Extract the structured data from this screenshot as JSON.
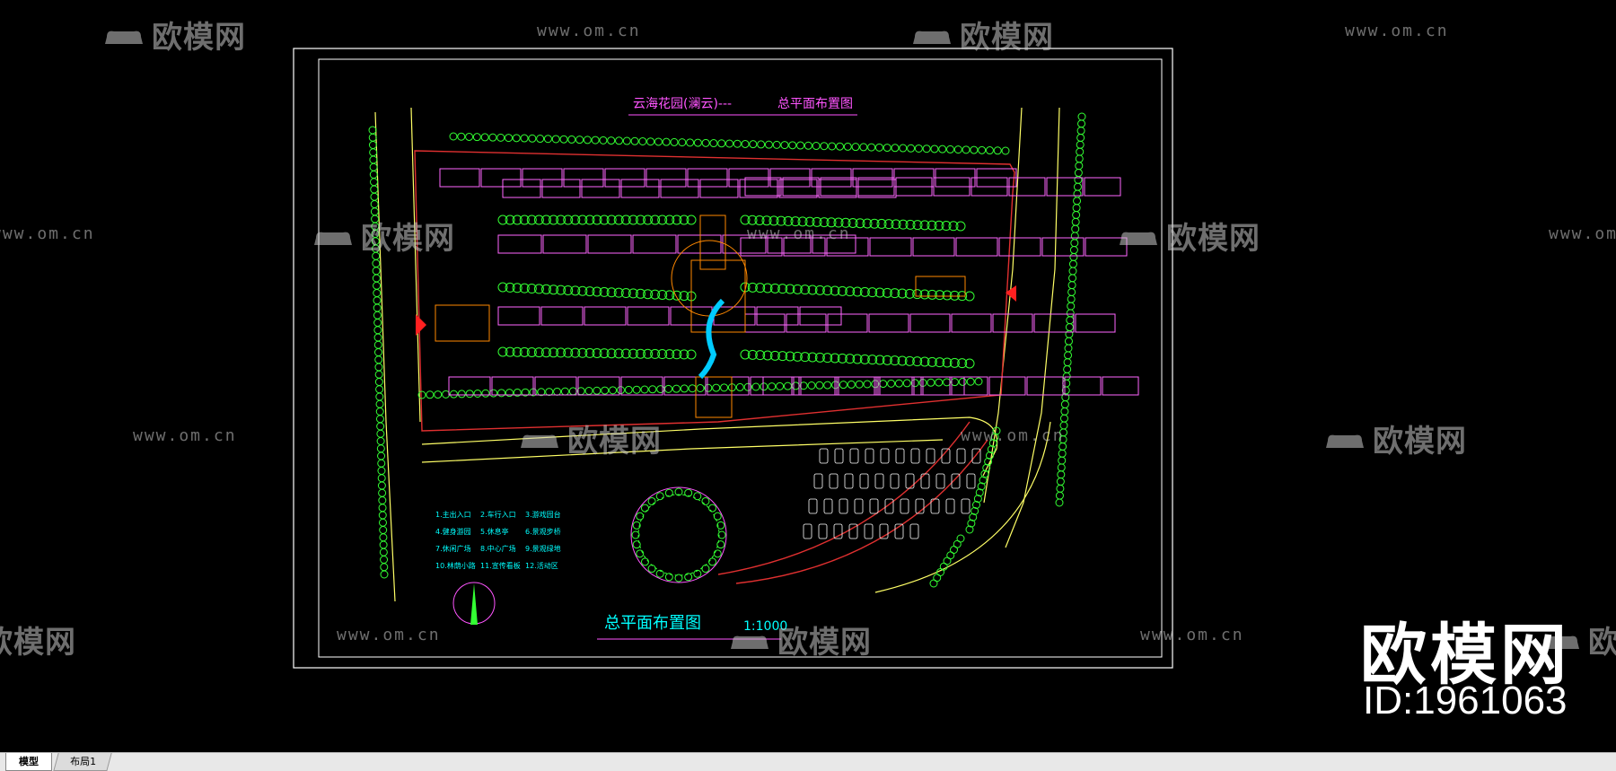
{
  "drawing": {
    "title_top_left": "云海花园(澜云)---",
    "title_top_right": "总平面布置图",
    "main_title": "总平面布置图",
    "scale": "1:1000",
    "legend": [
      [
        "1.主出入口",
        "2.车行入口",
        "3.游戏园台"
      ],
      [
        "4.健身游园",
        "5.休息亭",
        "6.景观步桥"
      ],
      [
        "7.休闲广场",
        "8.中心广场",
        "9.景观绿地"
      ],
      [
        "10.林荫小路",
        "11.宣传看板",
        "12.活动区"
      ]
    ],
    "colors": {
      "frame": "#ffffff",
      "site_boundary": "#e03030",
      "road": "#ffff66",
      "trees": "#33ff33",
      "buildings": "#ff66ff",
      "title_text": "#ff55ff",
      "cyan_text": "#00ffff",
      "plaza": "#ff8800"
    }
  },
  "watermarks": {
    "logo_text": "欧模网",
    "url_text": "www.om.cn",
    "big_logo": "欧模网",
    "id_text": "ID:1961063"
  },
  "tabs": [
    {
      "label": "模型",
      "active": true
    },
    {
      "label": "布局1",
      "active": false
    }
  ]
}
